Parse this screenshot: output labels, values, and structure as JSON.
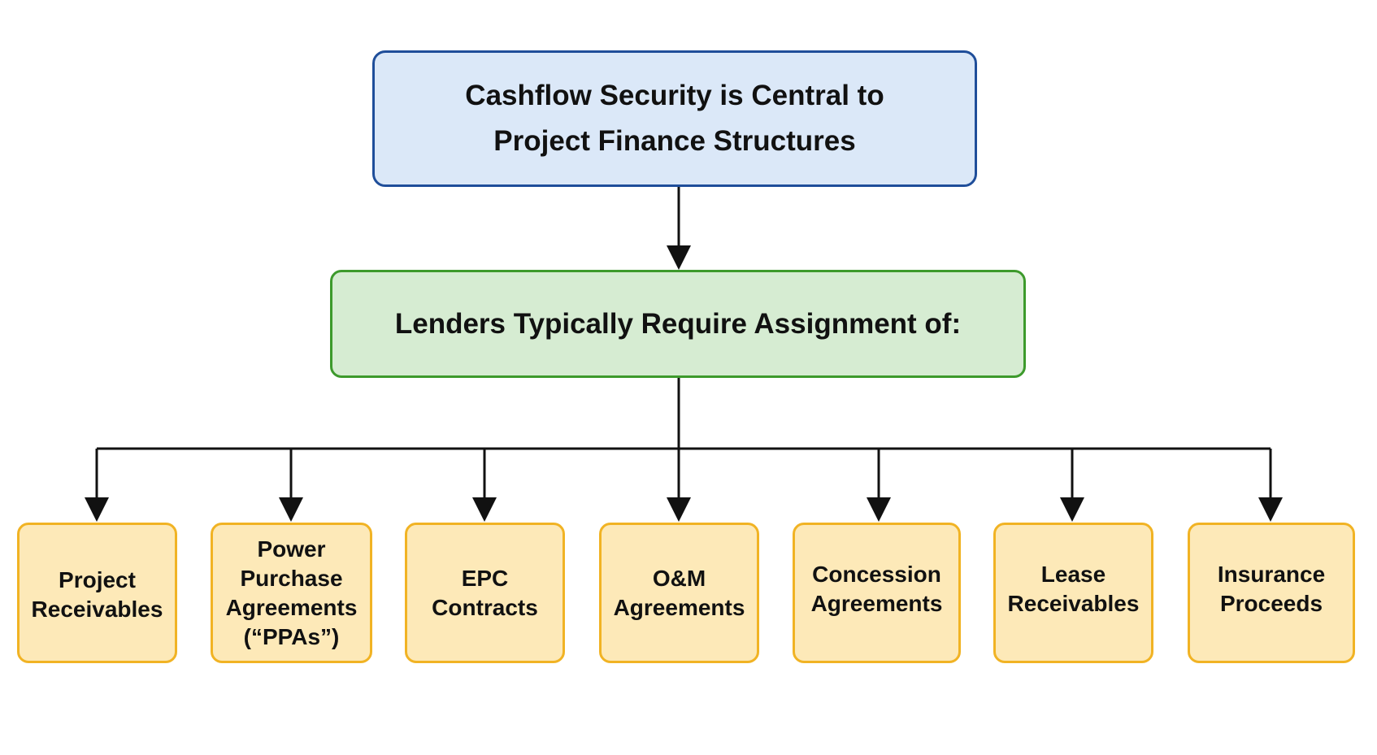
{
  "diagram": {
    "top_node": {
      "text": "Cashflow Security is Central to Project Finance Structures"
    },
    "middle_node": {
      "text": "Lenders Typically Require Assignment of:"
    },
    "leaf_nodes": [
      {
        "text": "Project Receivables"
      },
      {
        "text": "Power Purchase Agreements (“PPAs”)"
      },
      {
        "text": "EPC Contracts"
      },
      {
        "text": "O&M Agreements"
      },
      {
        "text": "Concession Agreements"
      },
      {
        "text": "Lease Receivables"
      },
      {
        "text": "Insurance Proceeds"
      }
    ],
    "colors": {
      "top_fill": "#dbe8f8",
      "top_border": "#1f4e9a",
      "middle_fill": "#d6ecd2",
      "middle_border": "#3d9a2c",
      "leaf_fill": "#fde9b8",
      "leaf_border": "#f1b324",
      "connector": "#111111"
    }
  }
}
